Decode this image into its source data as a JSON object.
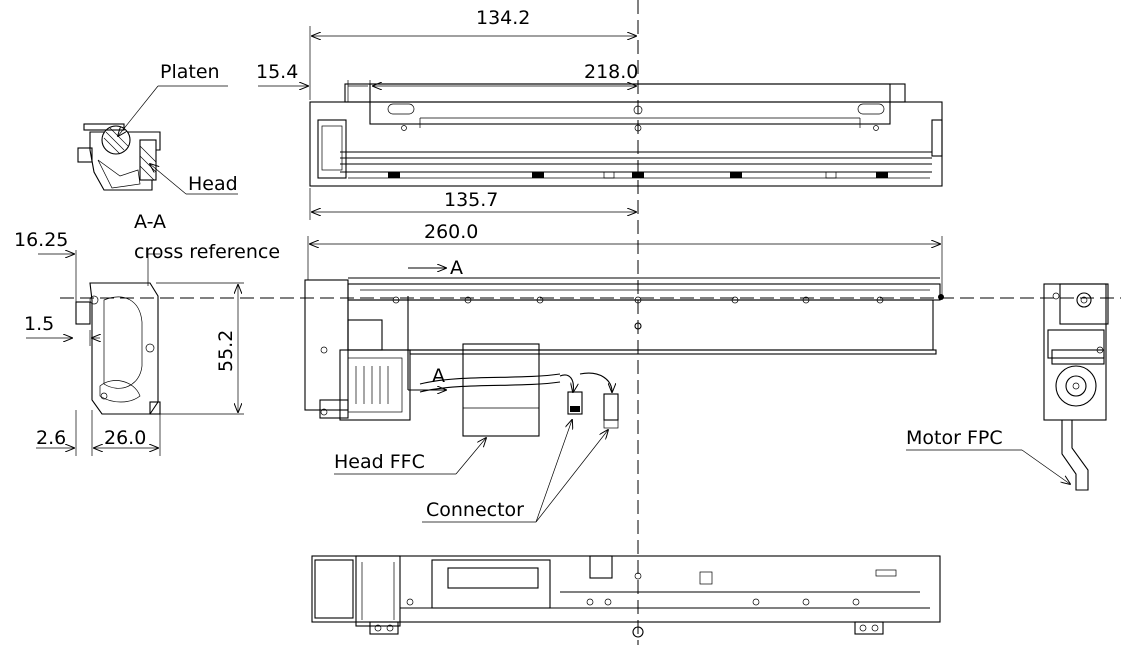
{
  "dimensions": {
    "d134_2": "134.2",
    "d15_4": "15.4",
    "d218_0": "218.0",
    "d135_7": "135.7",
    "d260_0": "260.0",
    "d16_25": "16.25",
    "d1_5": "1.5",
    "d55_2": "55.2",
    "d2_6": "2.6",
    "d26_0": "26.0"
  },
  "labels": {
    "platen": "Platen",
    "head": "Head",
    "section_line1": "A-A",
    "section_line2": "cross reference",
    "section_marker": "A",
    "head_ffc": "Head FFC",
    "connector": "Connector",
    "motor_fpc": "Motor FPC"
  }
}
